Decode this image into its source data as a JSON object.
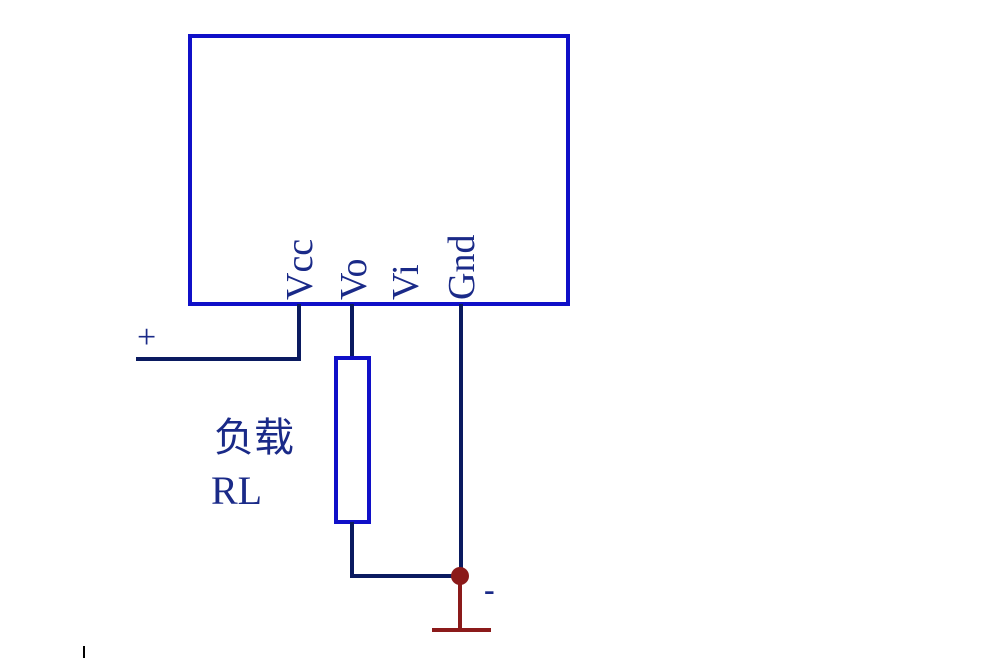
{
  "diagram": {
    "pins": {
      "vcc": "Vcc",
      "vo": "Vo",
      "vi": "Vi",
      "gnd": "Gnd"
    },
    "plus_label": "+",
    "minus_label": "-",
    "load_label_cn": "负载",
    "load_label": "RL",
    "colors": {
      "box": "#1010c8",
      "wire": "#0a1a60",
      "text": "#1a2a88",
      "ground": "#8b1a1a"
    }
  }
}
